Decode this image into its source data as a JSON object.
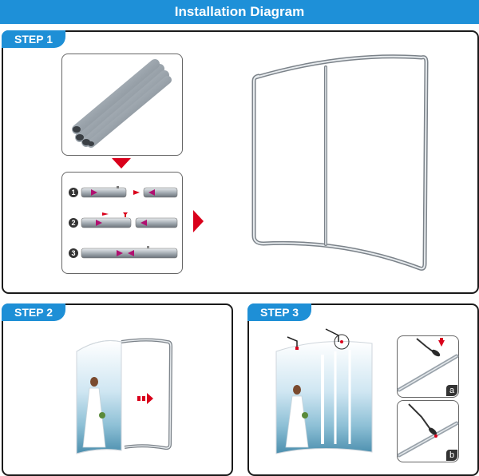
{
  "title": "Installation Diagram",
  "steps": [
    {
      "label": "STEP 1"
    },
    {
      "label": "STEP 2"
    },
    {
      "label": "STEP 3"
    }
  ],
  "step1": {
    "sub_steps": [
      "1",
      "2",
      "3"
    ]
  },
  "step3": {
    "details": [
      "a",
      "b"
    ]
  },
  "colors": {
    "banner": "#1e90d8",
    "accent_arrow": "#d9001b",
    "border": "#1a1a1a",
    "tube": "#a9b2ba"
  }
}
